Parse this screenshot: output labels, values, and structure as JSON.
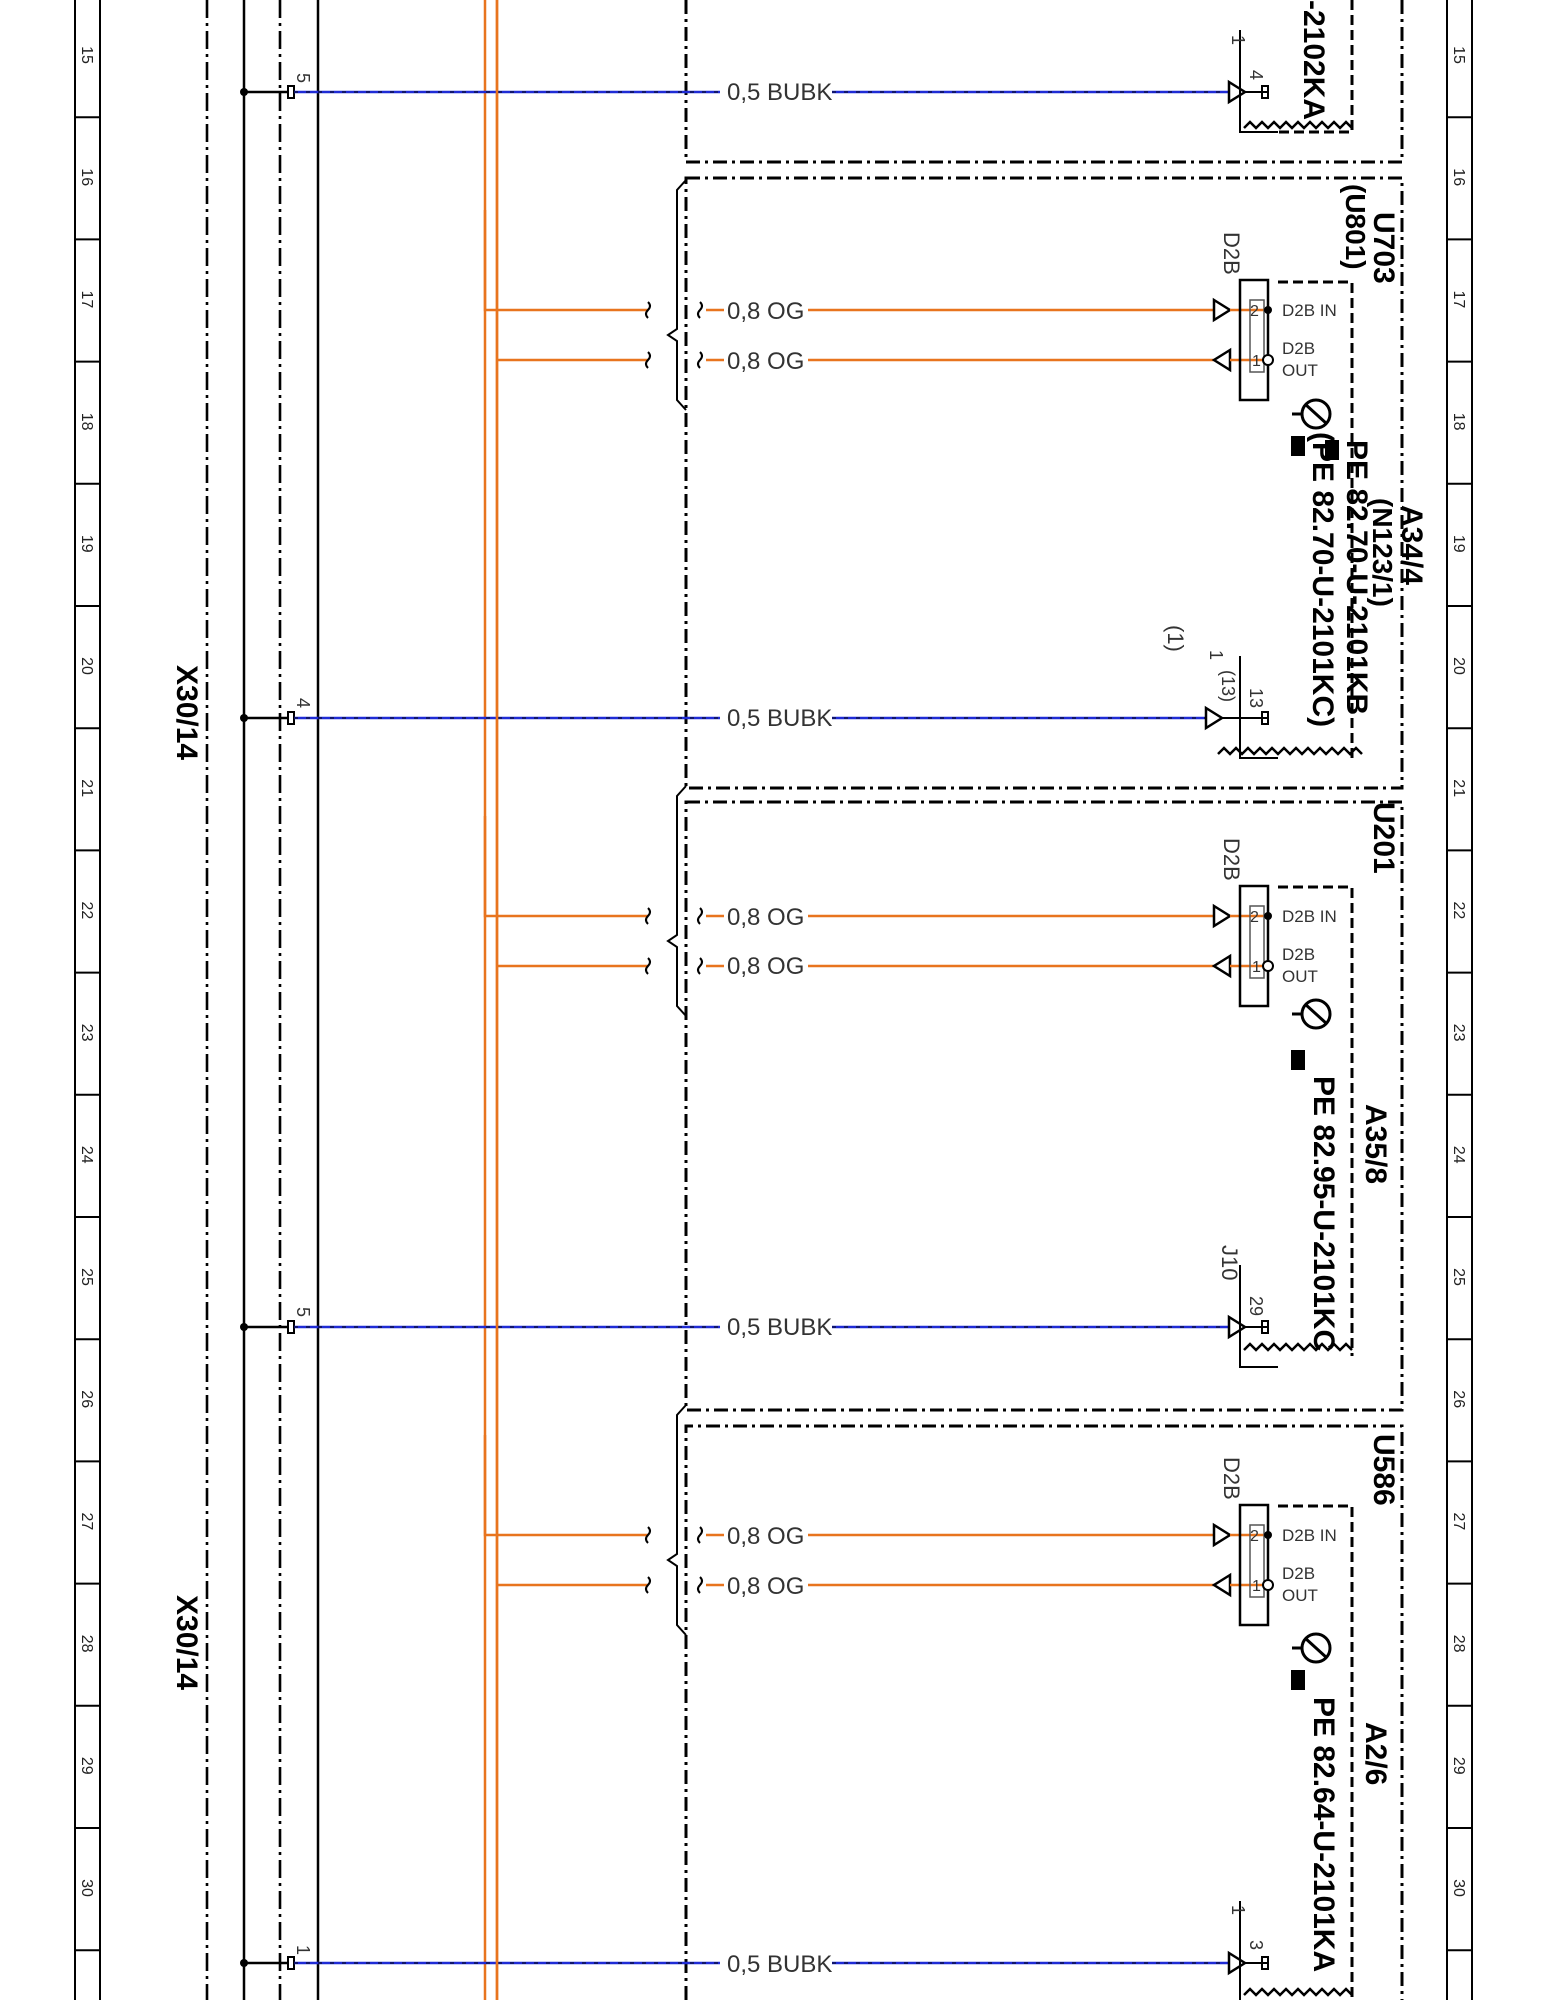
{
  "grid_numbers": [
    "15",
    "16",
    "17",
    "18",
    "19",
    "20",
    "21",
    "22",
    "23",
    "24",
    "25",
    "26",
    "27",
    "28",
    "29",
    "30"
  ],
  "connector_labels": [
    "X30/14",
    "X30/14"
  ],
  "wires": {
    "blue_label": "0,5 BUBK",
    "orange_label": "0,8 OG"
  },
  "pins": {
    "r15_left": "5",
    "r15_right_1": "1",
    "r15_right_2": "4",
    "r20_left": "4",
    "r20_right_1": "1",
    "r20_right_2": "13",
    "r20_right_3": "(13)",
    "r20_right_4": "(1)",
    "r25_left": "5",
    "r25_right_1": "29",
    "r30_left": "1",
    "r30_right_1": "1",
    "r30_right_2": "3",
    "d2b_pin2": "2",
    "d2b_pin1": "1"
  },
  "d2b": {
    "name": "D2B",
    "in": "D2B IN",
    "out_1": "D2B",
    "out_2": "OUT"
  },
  "connector_j10": "J10",
  "modules": [
    {
      "tag": "",
      "ref": "",
      "pe": "-2102KA"
    },
    {
      "tag": "U703",
      "tag2": "(U801)",
      "ref": "A34/4",
      "ref2": "(N123/1)",
      "pe": "PE 82.70-U-2101KB",
      "pe2": "(PE 82.70-U-2101KC)"
    },
    {
      "tag": "U201",
      "ref": "A35/8",
      "pe": "PE 82.95-U-2101KC"
    },
    {
      "tag": "U586",
      "ref": "A2/6",
      "pe": "PE 82.64-U-2101KA"
    }
  ],
  "colors": {
    "blue": "#1f2bd6",
    "orange": "#e8741e",
    "black": "#000000",
    "grid": "#333333"
  }
}
